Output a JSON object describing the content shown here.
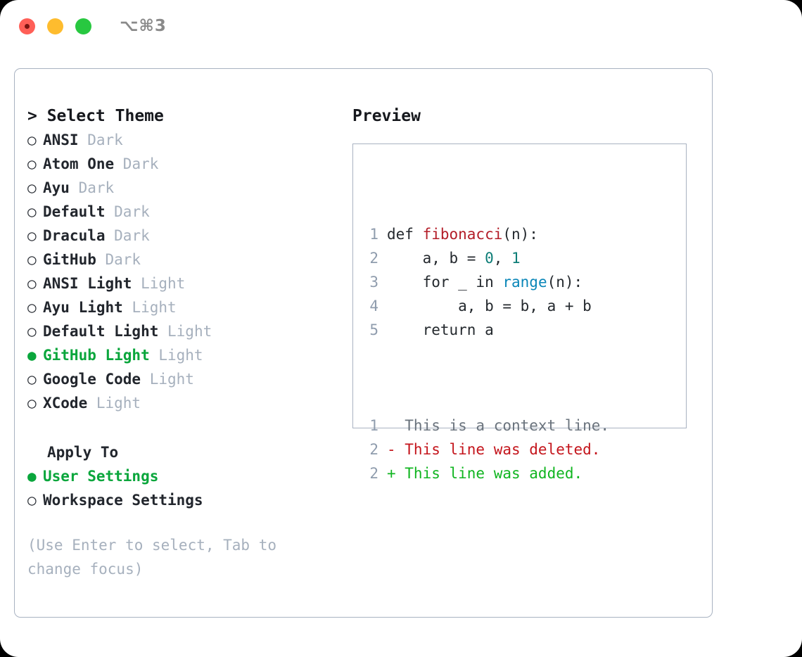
{
  "titlebar": {
    "shortcut": "⌥⌘3",
    "buttons": [
      "close",
      "minimize",
      "maximize"
    ]
  },
  "left": {
    "heading": "> Select Theme",
    "themes": [
      {
        "bullet": "○",
        "name": "ANSI",
        "tag": "Dark",
        "selected": false
      },
      {
        "bullet": "○",
        "name": "Atom One",
        "tag": "Dark",
        "selected": false
      },
      {
        "bullet": "○",
        "name": "Ayu",
        "tag": "Dark",
        "selected": false
      },
      {
        "bullet": "○",
        "name": "Default",
        "tag": "Dark",
        "selected": false
      },
      {
        "bullet": "○",
        "name": "Dracula",
        "tag": "Dark",
        "selected": false
      },
      {
        "bullet": "○",
        "name": "GitHub",
        "tag": "Dark",
        "selected": false
      },
      {
        "bullet": "○",
        "name": "ANSI Light",
        "tag": "Light",
        "selected": false
      },
      {
        "bullet": "○",
        "name": "Ayu Light",
        "tag": "Light",
        "selected": false
      },
      {
        "bullet": "○",
        "name": "Default Light",
        "tag": "Light",
        "selected": false
      },
      {
        "bullet": "●",
        "name": "GitHub Light",
        "tag": "Light",
        "selected": true
      },
      {
        "bullet": "○",
        "name": "Google Code",
        "tag": "Light",
        "selected": false
      },
      {
        "bullet": "○",
        "name": "XCode",
        "tag": "Light",
        "selected": false
      }
    ],
    "apply_to": {
      "title": "Apply To",
      "options": [
        {
          "bullet": "●",
          "label": "User Settings",
          "selected": true
        },
        {
          "bullet": "○",
          "label": "Workspace Settings",
          "selected": false
        }
      ]
    },
    "hint": "(Use Enter to select, Tab to change focus)"
  },
  "right": {
    "heading": "Preview",
    "code_lines": [
      {
        "no": "1",
        "tokens": [
          {
            "t": "def ",
            "c": "plain"
          },
          {
            "t": "fibonacci",
            "c": "fn"
          },
          {
            "t": "(n):",
            "c": "plain"
          }
        ]
      },
      {
        "no": "2",
        "tokens": [
          {
            "t": "    a, b = ",
            "c": "plain"
          },
          {
            "t": "0",
            "c": "num"
          },
          {
            "t": ", ",
            "c": "plain"
          },
          {
            "t": "1",
            "c": "num"
          }
        ]
      },
      {
        "no": "3",
        "tokens": [
          {
            "t": "    for _ in ",
            "c": "plain"
          },
          {
            "t": "range",
            "c": "call"
          },
          {
            "t": "(n):",
            "c": "plain"
          }
        ]
      },
      {
        "no": "4",
        "tokens": [
          {
            "t": "        a, b = b, a + b",
            "c": "plain"
          }
        ]
      },
      {
        "no": "5",
        "tokens": [
          {
            "t": "    return a",
            "c": "plain"
          }
        ]
      }
    ],
    "diff_lines": [
      {
        "no": "1",
        "text": "  This is a context line.",
        "kind": "ctx"
      },
      {
        "no": "2",
        "text": "- This line was deleted.",
        "kind": "del"
      },
      {
        "no": "2",
        "text": "+ This line was added.",
        "kind": "add"
      }
    ]
  },
  "colors": {
    "accent_green": "#0aa63c",
    "border": "#a8b2c1",
    "muted": "#a6b0bd",
    "fn_red": "#b31d28",
    "num_teal": "#0d7d77",
    "call_blue": "#0a86b8",
    "diff_del": "#c4151c",
    "diff_add": "#10b520",
    "diff_ctx": "#6a737d"
  }
}
